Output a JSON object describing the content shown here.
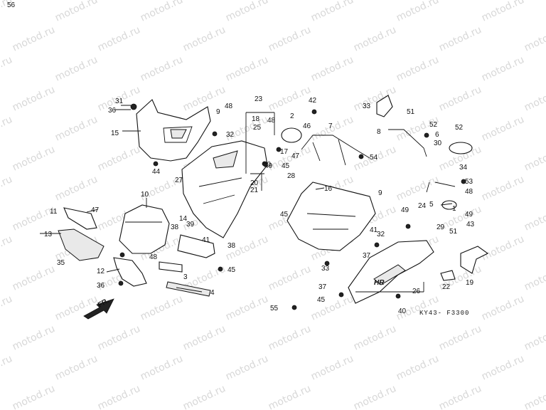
{
  "diagram": {
    "watermark": "motod.ru",
    "code": "KY43- F3300",
    "direction_mark": "FR.",
    "labels": [
      "1",
      "2",
      "3",
      "4",
      "5",
      "6",
      "7",
      "8",
      "9",
      "9",
      "10",
      "11",
      "12",
      "13",
      "14",
      "15",
      "16",
      "17",
      "18",
      "19",
      "20",
      "21",
      "22",
      "23",
      "24",
      "25",
      "26",
      "27",
      "28",
      "29",
      "30",
      "31",
      "32",
      "32",
      "33",
      "33",
      "34",
      "35",
      "36",
      "36",
      "37",
      "37",
      "38",
      "38",
      "39",
      "40",
      "41",
      "41",
      "42",
      "43",
      "44",
      "45",
      "45",
      "45",
      "45",
      "46",
      "47",
      "47",
      "48",
      "48",
      "48",
      "48",
      "49",
      "49",
      "49",
      "50",
      "51",
      "51",
      "52",
      "52",
      "53",
      "54",
      "55",
      "56"
    ]
  }
}
